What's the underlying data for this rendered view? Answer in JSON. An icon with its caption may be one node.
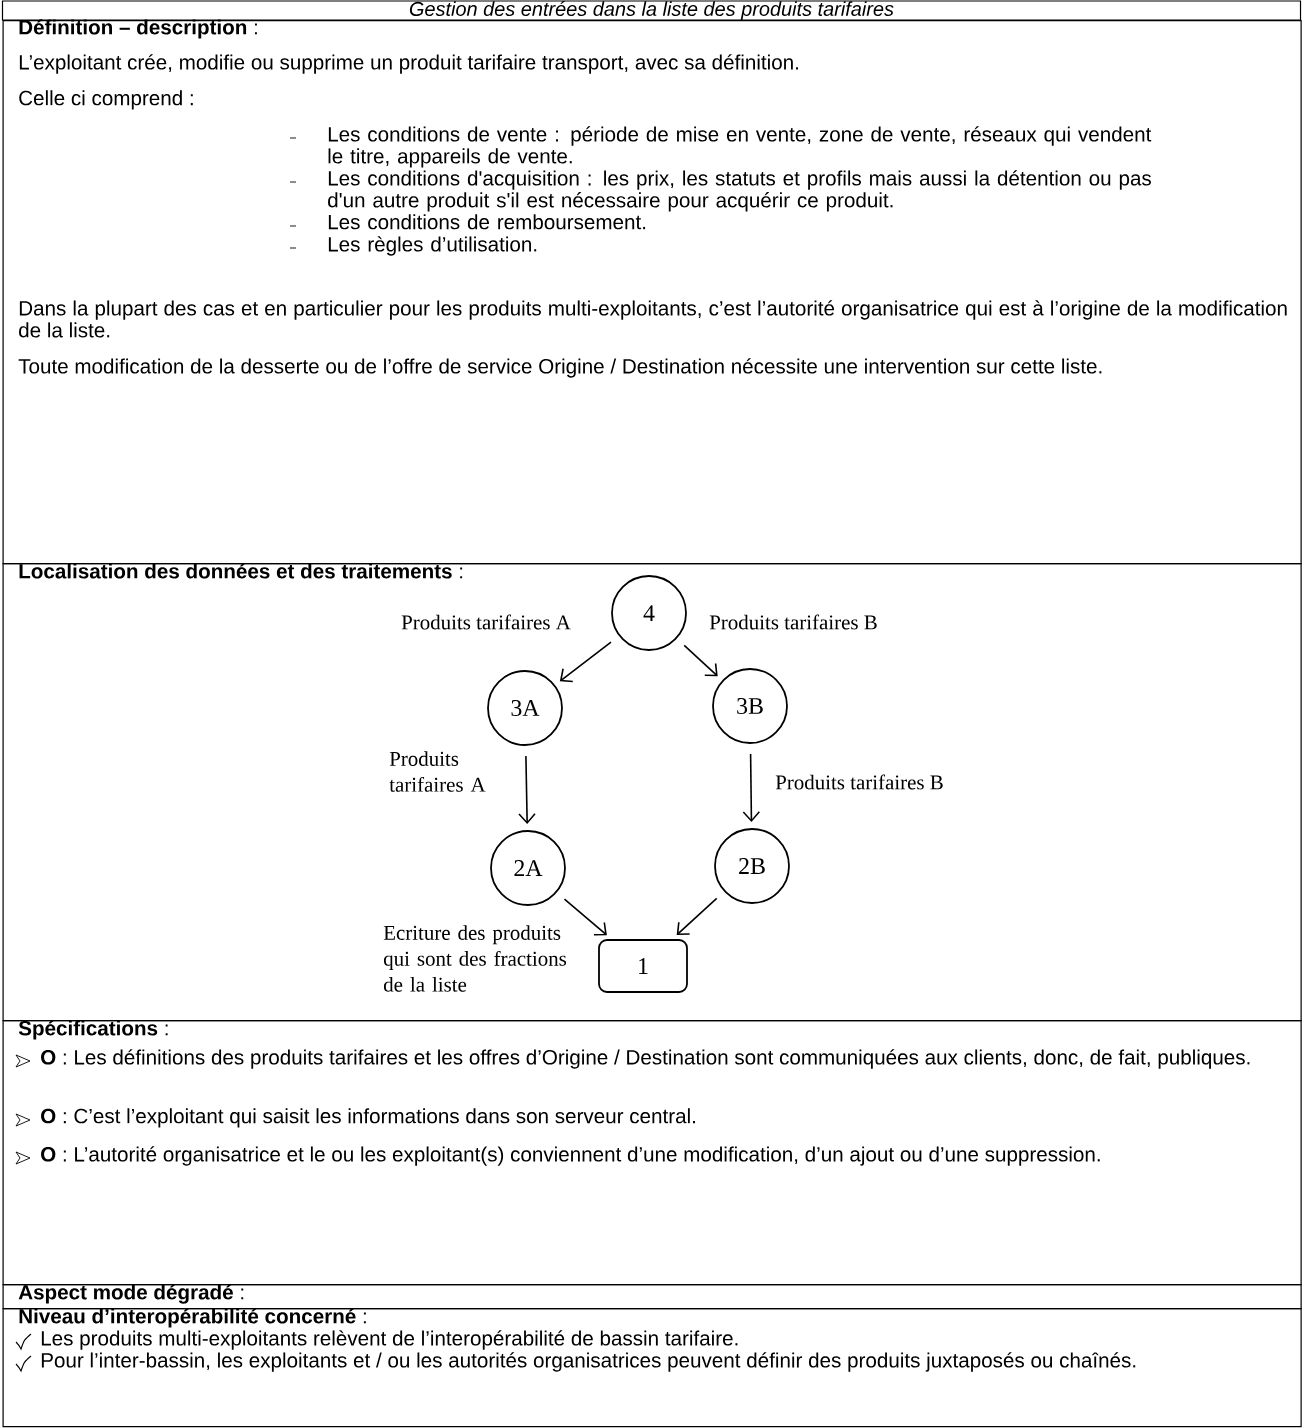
{
  "diagram": {
    "nodes": [
      {
        "text": [
          "Gestion des entrées dans la liste des produits tarifaires"
        ]
      },
      {
        "text": [
          "**Définition – description** :",
          "L’exploitant crée, modifie ou supprime un produit tarifaire transport, avec sa définition.",
          "Celle ci comprend :",
          "Les conditions de vente : période de mise en vente, zone de vente, réseaux qui vendent le titre, appareils de vente.",
          "Les conditions d'acquisition : les prix, les statuts et profils mais aussi la détention ou pas d'un autre produit s'il est nécessaire pour acquérir ce produit.",
          "Les conditions de remboursement.",
          "Les règles d’utilisation.",
          "Dans la plupart des cas et en particulier pour les produits multi-exploitants, c’est l’autorité organisatrice qui est à l’origine de la modification de la liste.",
          "Toute modification de la desserte ou de l’offre de service Origine / Destination nécessite une intervention sur cette liste."
        ]
      },
      {
        "text": [
          "**Localisation des données et des traitements** :"
        ]
      },
      {
        "text": [
          "4"
        ],
        "in": 2
      },
      {
        "text": [
          "3A"
        ],
        "in": 2
      },
      {
        "text": [
          "3B"
        ],
        "in": 2
      },
      {
        "text": [
          "2A"
        ],
        "in": 2
      },
      {
        "text": [
          "2B"
        ],
        "in": 2
      },
      {
        "text": [
          "1"
        ],
        "in": 2
      },
      {
        "text": [
          "**Spécifications** :",
          "**O** : Les définitions des produits tarifaires et les offres d’Origine / Destination sont communiquées aux clients, donc, de fait, publiques.",
          "**O** : C’est l’exploitant qui saisit les informations dans son serveur central.",
          "**O** : L’autorité organisatrice et le ou les exploitant(s) conviennent d’une modification, d’un ajout ou d’une suppression."
        ]
      },
      {
        "text": [
          "**Aspect mode dégradé** :"
        ]
      },
      {
        "text": [
          "**Niveau d’interopérabilité concerné** :",
          "Les produits multi-exploitants relèvent de l’interopérabilité de bassin tarifaire.",
          "Pour l’inter-bassin, les exploitants et / ou les autorités organisatrices peuvent définir des produits juxtaposés ou chaînés."
        ]
      }
    ],
    "edges": [
      {
        "from": 3,
        "to": 4,
        "arrow": "to",
        "label": "Produits tarifaires A"
      },
      {
        "from": 3,
        "to": 5,
        "arrow": "to",
        "label": "Produits tarifaires B"
      },
      {
        "from": 4,
        "to": 6,
        "arrow": "to",
        "label": "Produits tarifaires A"
      },
      {
        "from": 5,
        "to": 7,
        "arrow": "to",
        "label": "Produits tarifaires B"
      },
      {
        "from": 6,
        "to": 8,
        "arrow": "to"
      },
      {
        "from": 7,
        "to": 8,
        "arrow": "to"
      }
    ],
    "labels": [
      "Ecriture des produits qui sont des fractions de la liste"
    ]
  }
}
